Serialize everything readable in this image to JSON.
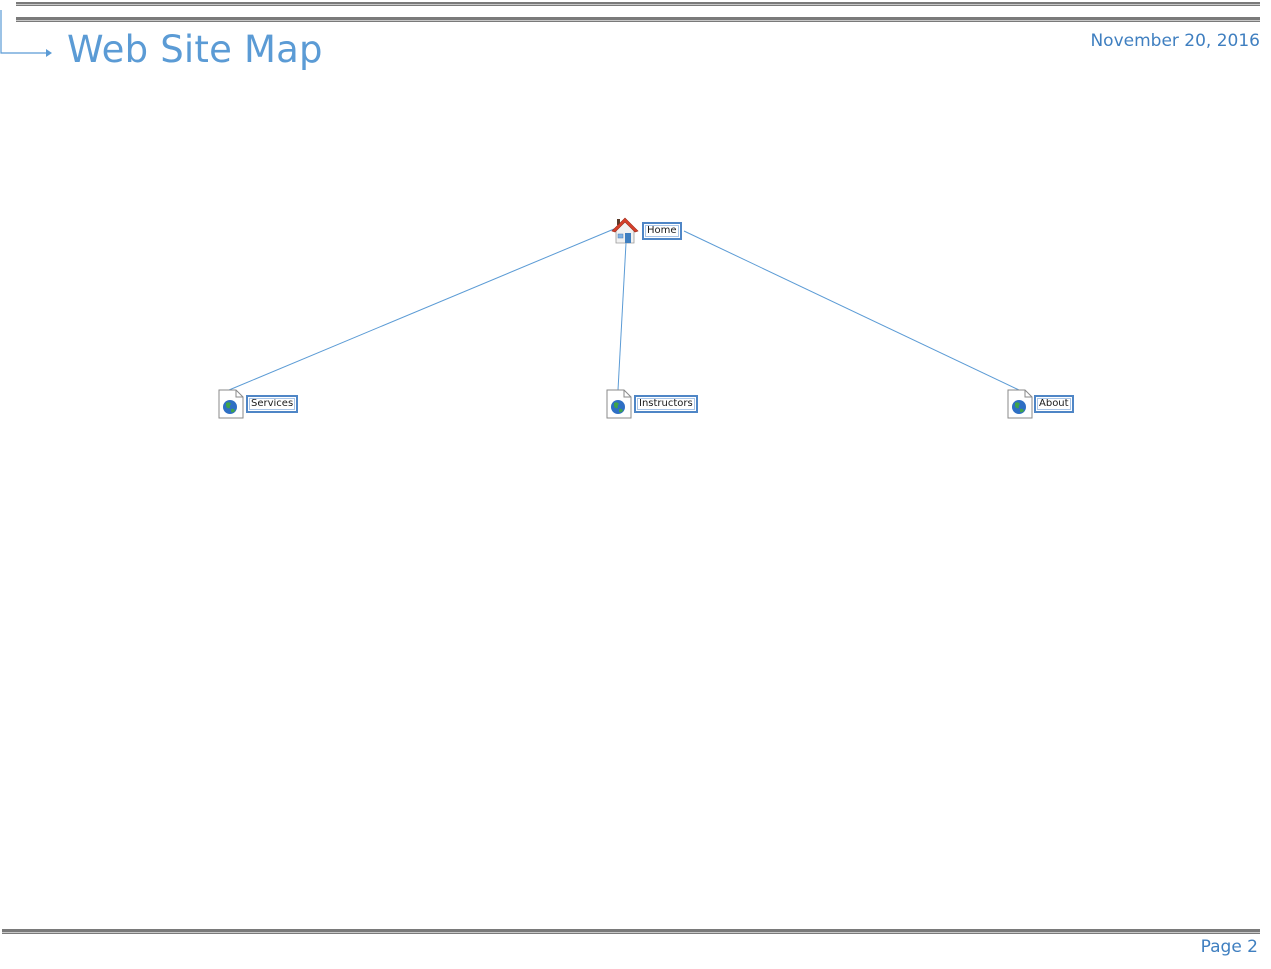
{
  "header": {
    "title": "Web Site Map",
    "date": "November 20, 2016"
  },
  "footer": {
    "page": "Page 2"
  },
  "colors": {
    "accent": "#5b9bd5",
    "connector": "#5b9bd5",
    "rule": "#7a7a7a"
  },
  "sitemap": {
    "root": {
      "label": "Home",
      "icon": "home-icon"
    },
    "children": [
      {
        "label": "Services",
        "icon": "web-page-icon"
      },
      {
        "label": "Instructors",
        "icon": "web-page-icon"
      },
      {
        "label": "About",
        "icon": "web-page-icon"
      }
    ]
  }
}
